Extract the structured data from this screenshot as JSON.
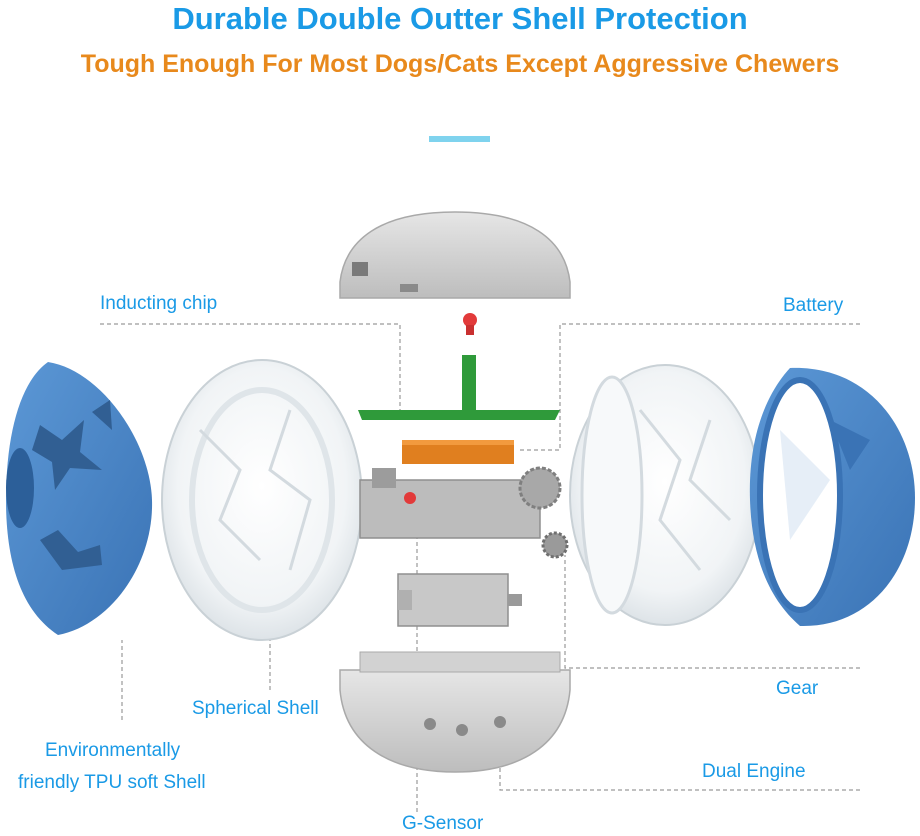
{
  "header": {
    "title": "Durable Double Outter Shell Protection",
    "subtitle": "Tough Enough For Most Dogs/Cats Except Aggressive Chewers"
  },
  "labels": {
    "inducting_chip": "Inducting chip",
    "battery": "Battery",
    "spherical_shell": "Spherical Shell",
    "gear": "Gear",
    "tpu_shell_line1": "Environmentally",
    "tpu_shell_line2": "friendly TPU soft Shell",
    "dual_engine": "Dual Engine",
    "g_sensor": "G-Sensor"
  },
  "colors": {
    "title": "#1a9ae6",
    "subtitle": "#e8891c",
    "accent_bar": "#7fd3ee",
    "label": "#1a9ae6",
    "leader_line": "#9a9a9a",
    "tpu_blue": "#4a86c8",
    "housing_gray": "#cfcfcf",
    "battery_orange": "#e07f1f",
    "pcb_green": "#2f9a3a",
    "led_red": "#e23a3a"
  },
  "icons": [
    "tpu-shell-half-icon",
    "clear-shell-half-icon",
    "top-cap-icon",
    "led-icon",
    "pcb-icon",
    "battery-icon",
    "gearbox-icon",
    "motor-icon",
    "bottom-housing-icon"
  ]
}
